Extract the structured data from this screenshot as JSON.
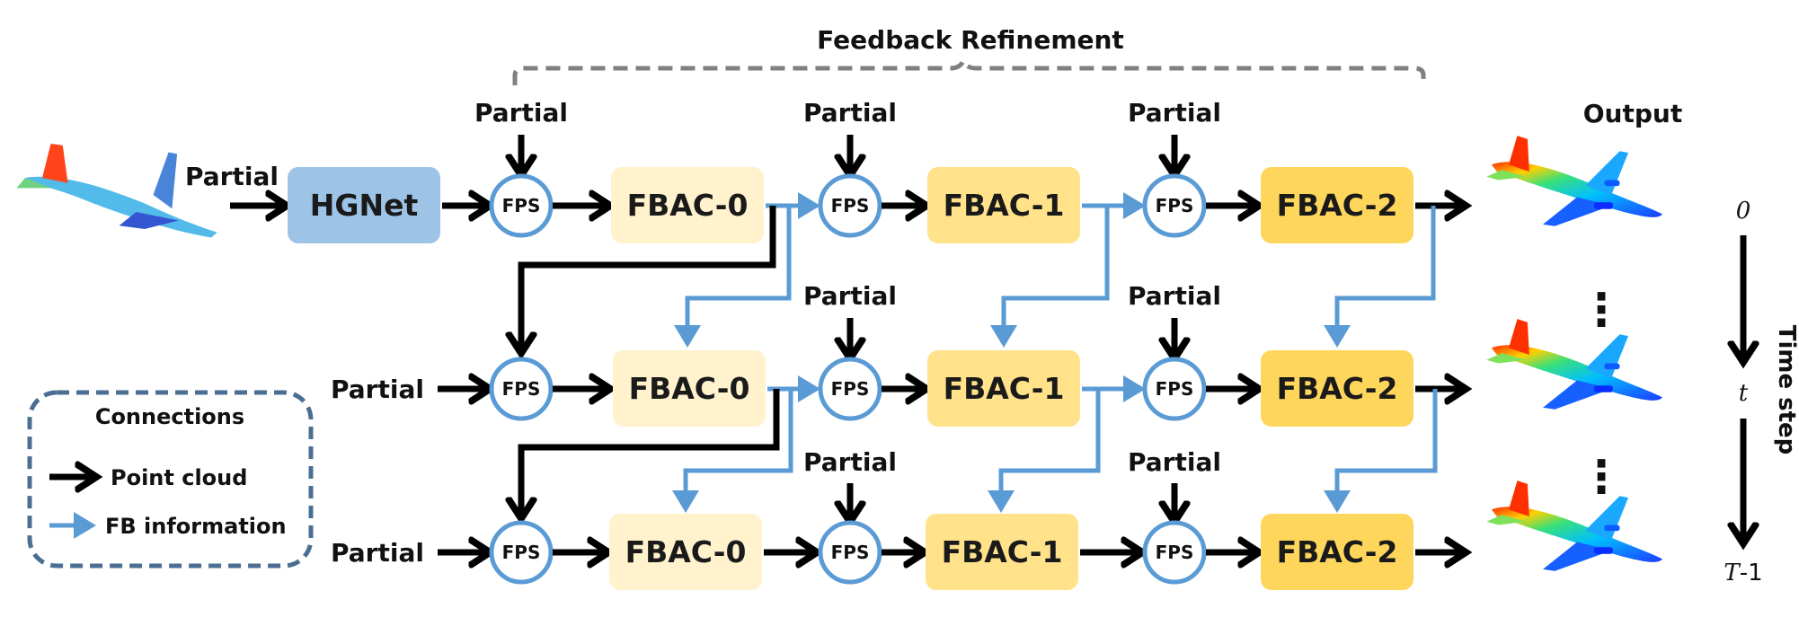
{
  "title": "Feedback Refinement",
  "output_label": "Output",
  "partial_label": "Partial",
  "hgnet_label": "HGNet",
  "fps_label": "FPS",
  "fbac_labels": [
    "FBAC-0",
    "FBAC-1",
    "FBAC-2"
  ],
  "time_step": {
    "label": "Time step",
    "t0": "0",
    "dots": "⋮",
    "t": "t",
    "tlast_var": "T",
    "tlast_suffix": "-1"
  },
  "legend": {
    "title": "Connections",
    "point_cloud": "Point cloud",
    "fb_information": "FB information"
  },
  "colors": {
    "black_arrow": "#000000",
    "blue_arrow": "#5b9bd5",
    "hgnet": "#9dc3e6",
    "fbac0": "#fff2cc",
    "fbac1": "#ffe28a",
    "fbac2": "#ffd65c",
    "legend_border": "#4a6f92",
    "brace": "#808080"
  },
  "icons": [
    "airplane-point-cloud-icon"
  ]
}
